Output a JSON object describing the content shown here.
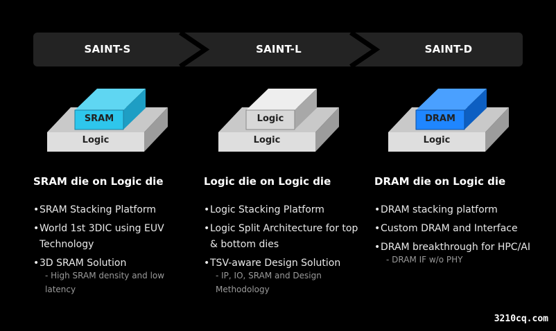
{
  "stages": [
    "SAINT-S",
    "SAINT-L",
    "SAINT-D"
  ],
  "colors": {
    "banner": "#232323",
    "chevron_divider": "#000000",
    "sram": "#2ec6ec",
    "logic_top": "#d8d8d8",
    "dram": "#1f86ff",
    "base": "#dcdcdc"
  },
  "dies": [
    {
      "top_label": "SRAM",
      "base_label": "Logic",
      "top_color": "#2ec6ec"
    },
    {
      "top_label": "Logic",
      "base_label": "Logic",
      "top_color": "#d8d8d8"
    },
    {
      "top_label": "DRAM",
      "base_label": "Logic",
      "top_color": "#1f86ff"
    }
  ],
  "columns": [
    {
      "title": "SRAM die on Logic die",
      "bullets": [
        {
          "text": "SRAM Stacking Platform",
          "sub": ""
        },
        {
          "text": "World 1st 3DIC using EUV Technology",
          "sub": ""
        },
        {
          "text": "3D SRAM Solution",
          "sub": "- High SRAM density and low latency"
        }
      ]
    },
    {
      "title": "Logic die on Logic die",
      "bullets": [
        {
          "text": "Logic Stacking Platform",
          "sub": ""
        },
        {
          "text": "Logic Split Architecture for top & bottom dies",
          "sub": ""
        },
        {
          "text": "TSV-aware Design Solution",
          "sub": "- IP, IO, SRAM and Design Methodology"
        }
      ]
    },
    {
      "title": "DRAM die on Logic die",
      "bullets": [
        {
          "text": "DRAM stacking platform",
          "sub": ""
        },
        {
          "text": "Custom DRAM and Interface",
          "sub": ""
        },
        {
          "text": "DRAM breakthrough for HPC/AI",
          "sub": "- DRAM IF w/o PHY"
        }
      ]
    }
  ],
  "watermark": "3210cq.com"
}
